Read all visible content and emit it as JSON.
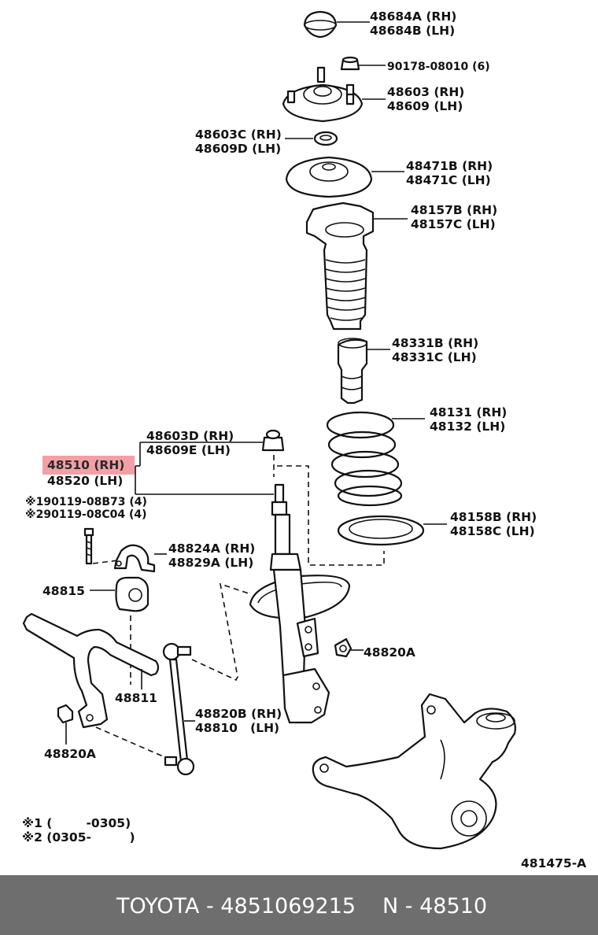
{
  "labels": {
    "cap": "48684A (RH)\n48684B (LH)",
    "mount_nut": "90178-08010 (6)",
    "support": "48603 (RH)\n48609 (LH)",
    "bearing": "48603C (RH)\n48609D (LH)",
    "upper_seat": "48471B (RH)\n48471C (LH)",
    "boot": "48157B (RH)\n48157C (LH)",
    "bump_stopper": "48331B (RH)\n48331C (LH)",
    "spring": "48131 (RH)\n48132 (LH)",
    "strut_nut": "48603D (RH)\n48609E (LH)",
    "absorber_rh": "48510 (RH)",
    "absorber_lh": "48520 (LH)",
    "bolts": "※190119-08B73 (4)\n※290119-08C04 (4)",
    "lower_insulator": "48158B (RH)\n48158C (LH)",
    "bracket": "48824A (RH)\n48829A (LH)",
    "bushing": "48815",
    "link_nut": "48820A",
    "stabilizer_bar": "48811",
    "link": "48820B (RH)\n48810   (LH)",
    "bar_nut": "48820A",
    "note1": "※1 (        -0305)",
    "note2": "※2 (0305-         )",
    "figure_id": "481475-A"
  },
  "footer": {
    "brand_part": "TOYOTA - 4851069215",
    "catalog_no": "N - 48510"
  },
  "colors": {
    "highlight": "#f2a0a6",
    "footer_bg": "#6e6e6e",
    "line": "#111111"
  }
}
